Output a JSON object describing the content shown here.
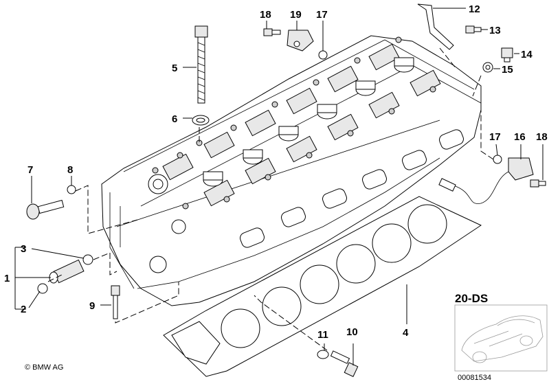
{
  "diagram": {
    "callouts": [
      {
        "id": "c1",
        "label": "1"
      },
      {
        "id": "c2",
        "label": "2"
      },
      {
        "id": "c3",
        "label": "3"
      },
      {
        "id": "c4",
        "label": "4"
      },
      {
        "id": "c5",
        "label": "5"
      },
      {
        "id": "c6",
        "label": "6"
      },
      {
        "id": "c7",
        "label": "7"
      },
      {
        "id": "c8",
        "label": "8"
      },
      {
        "id": "c9",
        "label": "9"
      },
      {
        "id": "c10",
        "label": "10"
      },
      {
        "id": "c11",
        "label": "11"
      },
      {
        "id": "c12",
        "label": "12"
      },
      {
        "id": "c13",
        "label": "13"
      },
      {
        "id": "c14",
        "label": "14"
      },
      {
        "id": "c15",
        "label": "15"
      },
      {
        "id": "c16",
        "label": "16"
      },
      {
        "id": "c17a",
        "label": "17"
      },
      {
        "id": "c17b",
        "label": "17"
      },
      {
        "id": "c18a",
        "label": "18"
      },
      {
        "id": "c18b",
        "label": "18"
      },
      {
        "id": "c19",
        "label": "19"
      }
    ],
    "copyright": "© BMW AG",
    "vehicle_ref": "20-DS",
    "document_number": "00081534"
  }
}
